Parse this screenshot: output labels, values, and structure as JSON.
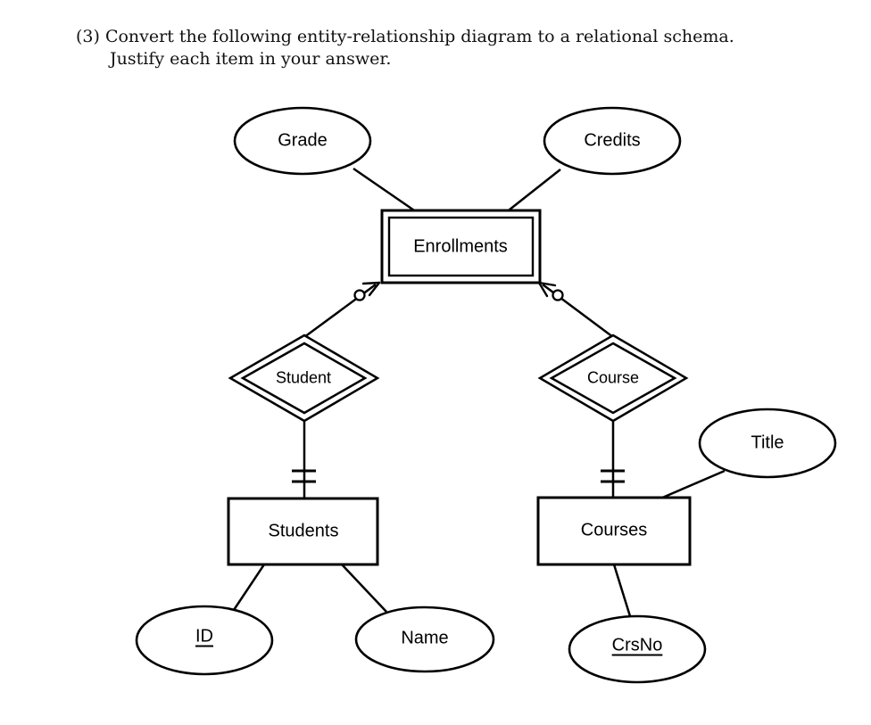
{
  "problem": {
    "line1": "(3) Convert the following entity-relationship diagram to a relational schema.",
    "line2": "Justify each item in your answer."
  },
  "diagram": {
    "nodes": {
      "grade": {
        "label": "Grade",
        "shape": "ellipse (attribute)"
      },
      "credits": {
        "label": "Credits",
        "shape": "ellipse (attribute)"
      },
      "title": {
        "label": "Title",
        "shape": "ellipse (attribute)"
      },
      "id": {
        "label": "ID",
        "shape": "ellipse (key attribute, underlined)"
      },
      "name": {
        "label": "Name",
        "shape": "ellipse (attribute)"
      },
      "crsno": {
        "label": "CrsNo",
        "shape": "ellipse (key attribute, underlined)"
      },
      "enrollments": {
        "label": "Enrollments",
        "shape": "double rectangle"
      },
      "students": {
        "label": "Students",
        "shape": "rectangle (entity)"
      },
      "courses": {
        "label": "Courses",
        "shape": "rectangle (entity)"
      },
      "student_rel": {
        "label": "Student",
        "shape": "double diamond (relationship)"
      },
      "course_rel": {
        "label": "Course",
        "shape": "double diamond (relationship)"
      }
    },
    "connections": [
      {
        "from": "Grade",
        "to": "Enrollments",
        "notation": "plain line"
      },
      {
        "from": "Credits",
        "to": "Enrollments",
        "notation": "plain line"
      },
      {
        "from": "Enrollments",
        "to": "Student",
        "notation": "arrow into Enrollments corner with small circle"
      },
      {
        "from": "Enrollments",
        "to": "Course",
        "notation": "arrow into Enrollments corner with small circle"
      },
      {
        "from": "Student",
        "to": "Students",
        "notation": "double tick marks (exactly one) near Students"
      },
      {
        "from": "Course",
        "to": "Courses",
        "notation": "double tick marks (exactly one) near Courses"
      },
      {
        "from": "Students",
        "to": "ID",
        "notation": "plain line"
      },
      {
        "from": "Students",
        "to": "Name",
        "notation": "plain line"
      },
      {
        "from": "Courses",
        "to": "CrsNo",
        "notation": "plain line"
      },
      {
        "from": "Courses",
        "to": "Title",
        "notation": "plain line"
      }
    ]
  },
  "colors": {
    "stroke": "#000000",
    "fill": "#ffffff",
    "text": "#000000"
  }
}
